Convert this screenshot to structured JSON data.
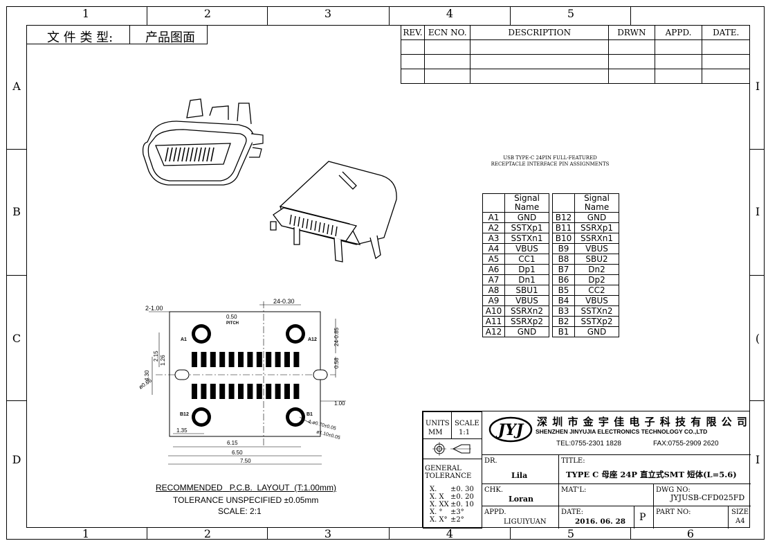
{
  "zones": {
    "top": [
      "1",
      "2",
      "3",
      "4",
      "5"
    ],
    "bottom": [
      "1",
      "2",
      "3",
      "4",
      "5",
      "6"
    ],
    "left": [
      "A",
      "B",
      "C",
      "D"
    ],
    "right": [
      "I",
      "I",
      "(",
      "I"
    ]
  },
  "doc_type": {
    "label": "文 件 类 型:",
    "value": "产品图面"
  },
  "revision_table": {
    "headers": [
      "REV.",
      "ECN NO.",
      "DESCRIPTION",
      "DRWN",
      "APPD.",
      "DATE."
    ]
  },
  "pin_table": {
    "caption_line1": "USB TYPE-C 24PIN FULL-FEATURED",
    "caption_line2": "RECEPTACLE INTERFACE PIN ASSIGNMENTS",
    "header": "Signal Name",
    "rows": [
      {
        "a": "A1",
        "a_sig": "GND",
        "b": "B12",
        "b_sig": "GND"
      },
      {
        "a": "A2",
        "a_sig": "SSTXp1",
        "b": "B11",
        "b_sig": "SSRXp1"
      },
      {
        "a": "A3",
        "a_sig": "SSTXn1",
        "b": "B10",
        "b_sig": "SSRXn1"
      },
      {
        "a": "A4",
        "a_sig": "VBUS",
        "b": "B9",
        "b_sig": "VBUS"
      },
      {
        "a": "A5",
        "a_sig": "CC1",
        "b": "B8",
        "b_sig": "SBU2"
      },
      {
        "a": "A6",
        "a_sig": "Dp1",
        "b": "B7",
        "b_sig": "Dn2"
      },
      {
        "a": "A7",
        "a_sig": "Dn1",
        "b": "B6",
        "b_sig": "Dp2"
      },
      {
        "a": "A8",
        "a_sig": "SBU1",
        "b": "B5",
        "b_sig": "CC2"
      },
      {
        "a": "A9",
        "a_sig": "VBUS",
        "b": "B4",
        "b_sig": "VBUS"
      },
      {
        "a": "A10",
        "a_sig": "SSRXn2",
        "b": "B3",
        "b_sig": "SSTXn2"
      },
      {
        "a": "A11",
        "a_sig": "SSRXp2",
        "b": "B2",
        "b_sig": "SSTXp2"
      },
      {
        "a": "A12",
        "a_sig": "GND",
        "b": "B1",
        "b_sig": "GND"
      }
    ]
  },
  "pcb_layout": {
    "dims": {
      "d_2_100": "2-1.00",
      "d_050": "0.50",
      "pitch": "PITCH",
      "d_24_030": "24-0.30",
      "d_24_085": "24-0.85",
      "d_215": "2.15",
      "d_126": "1.26",
      "d_430": "4.30",
      "d_058": "0.58",
      "d_066": "ø0.66",
      "d_100": "1.00",
      "d_135": "1.35",
      "d_615": "6.15",
      "d_650": "6.50",
      "d_750": "7.50",
      "hole1": "4-ø0.70±0.05",
      "hole2": "ø1.10±0.05"
    },
    "pin_labels": {
      "a1": "A1",
      "a12": "A12",
      "b12": "B12",
      "b1": "B1"
    },
    "note1_parts": [
      "RECOMMENDED",
      "P.C.B.",
      "LAYOUT",
      "(T:1.00mm)"
    ],
    "note2": "TOLERANCE UNSPECIFIED ±0.05mm",
    "note3": "SCALE: 2:1"
  },
  "title_block": {
    "units_label": "UNITS",
    "units_value": "MM",
    "scale_label": "SCALE",
    "scale_value": "1:1",
    "logo_text": "JYJ",
    "company_cn": "深 圳 市 金 宇 佳 电 子 科 技 有 限 公 司",
    "company_en": "SHENZHEN JINYUJIA ELECTRONICS TECHNOLOGY CO.,LTD",
    "tel": "TEL:0755-2301 1828",
    "fax": "FAX:0755-2909 2620",
    "general_tolerance": "GENERAL TOLERANCE",
    "tolerances": [
      {
        "k": "X.",
        "v": "±0. 30"
      },
      {
        "k": "X. X",
        "v": "±0. 20"
      },
      {
        "k": "X. XX",
        "v": "±0. 10"
      },
      {
        "k": "X. °",
        "v": "±3°"
      },
      {
        "k": "X. X°",
        "v": "±2°"
      }
    ],
    "dr_label": "DR.",
    "dr_value": "Lila",
    "chk_label": "CHK.",
    "chk_value": "Loran",
    "appd_label": "APPD.",
    "appd_value": "LIGUIYUAN",
    "title_label": "TITLE:",
    "title_value": "TYPE C 母座 24P 直立式SMT 短体(L=5.6)",
    "matl_label": "MAT'L:",
    "date_label": "DATE:",
    "date_value": "2016. 06. 28",
    "p_mark": "P",
    "dwg_label": "DWG NO:",
    "dwg_value": "JYJUSB-CFD025FD",
    "part_label": "PART NO:",
    "size_label": "SIZE",
    "size_value": "A4"
  }
}
